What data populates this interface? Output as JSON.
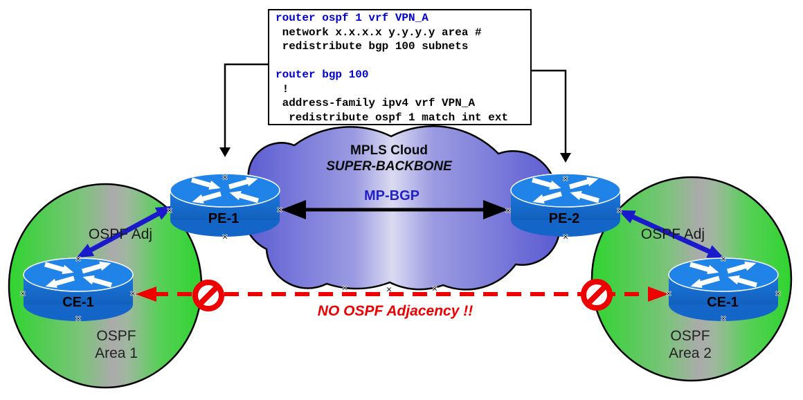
{
  "config_box": {
    "lines": [
      {
        "text": "router ospf 1 vrf VPN_A",
        "style": "blue"
      },
      {
        "text": " network x.x.x.x y.y.y.y area #",
        "style": "black"
      },
      {
        "text": " redistribute bgp 100 subnets",
        "style": "black"
      },
      {
        "text": " ",
        "style": "black"
      },
      {
        "text": "router bgp 100",
        "style": "blue"
      },
      {
        "text": " !",
        "style": "black"
      },
      {
        "text": " address-family ipv4 vrf VPN_A",
        "style": "black"
      },
      {
        "text": "  redistribute ospf 1 match int ext",
        "style": "black"
      }
    ]
  },
  "cloud": {
    "title": "MPLS Cloud",
    "subtitle": "SUPER-BACKBONE",
    "link_label": "MP-BGP"
  },
  "routers": {
    "pe1": "PE-1",
    "pe2": "PE-2",
    "ce1_left": "CE-1",
    "ce1_right": "CE-1"
  },
  "areas": {
    "left": {
      "line1": "OSPF",
      "line2": "Area 1"
    },
    "right": {
      "line1": "OSPF",
      "line2": "Area 2"
    }
  },
  "adjacency": {
    "left": "OSPF Adj",
    "right": "OSPF Adj",
    "blocked": "NO OSPF Adjacency !!"
  },
  "markers": {
    "glyph": "×"
  },
  "colors": {
    "cloud_edge": "#6060d4",
    "cloud_center": "#dadaf2",
    "area_green": "#2fd42f",
    "area_gray": "#aaaaaa",
    "router_top": "#1f83e8",
    "router_side": "#1566cd",
    "adjacency_blue": "#1a1acc",
    "mpbgp_text_blue": "#2222cc",
    "config_blue": "#0000cd",
    "blocked_red": "#ee0000",
    "outline_black": "#000000"
  }
}
